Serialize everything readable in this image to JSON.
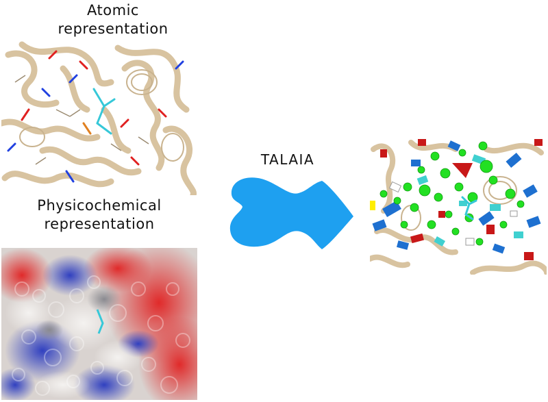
{
  "labels": {
    "atomic_line1": "Atomic",
    "atomic_line2": "representation",
    "physico_line1": "Physicochemical",
    "physico_line2": "representation",
    "method": "TALAIA"
  },
  "colors": {
    "ribbon": "#d8c3a0",
    "arrow": "#1ea0f0",
    "ligand": "#36c8d8",
    "oxygen": "#e02020",
    "nitrogen": "#2040e0",
    "sphere": "#22e022",
    "box": "#1e70d0",
    "surface_white": "#e8e4e2",
    "surface_red": "#e24040",
    "surface_blue": "#3a48c0"
  }
}
